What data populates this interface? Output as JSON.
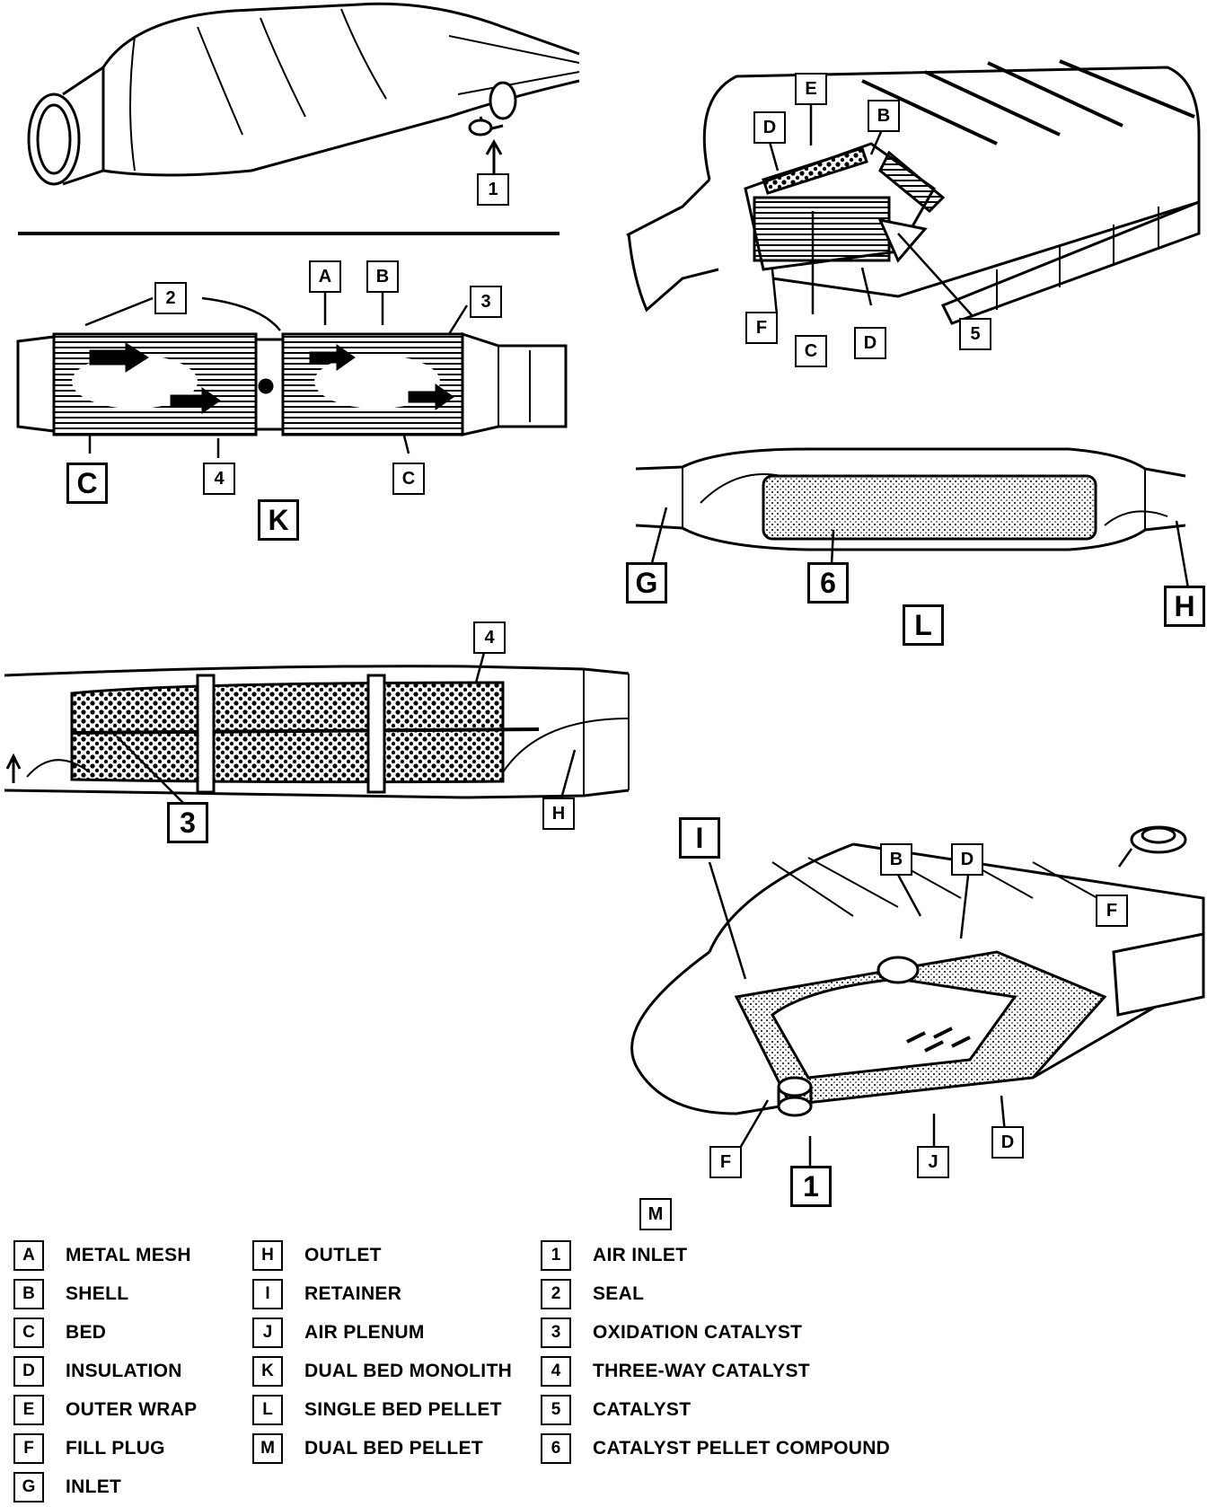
{
  "callouts": {
    "top_left_1": "1",
    "k_2": "2",
    "k_A": "A",
    "k_B": "B",
    "k_3": "3",
    "k_C_large": "C",
    "k_4": "4",
    "k_C_small": "C",
    "k_K": "K",
    "tr_E": "E",
    "tr_D1": "D",
    "tr_B": "B",
    "tr_F": "F",
    "tr_C": "C",
    "tr_D2": "D",
    "tr_5": "5",
    "l_G": "G",
    "l_6": "6",
    "l_L": "L",
    "l_H": "H",
    "p_4": "4",
    "p_3": "3",
    "p_H": "H",
    "m_I": "I",
    "m_B": "B",
    "m_D1": "D",
    "m_F1": "F",
    "m_F2": "F",
    "m_1": "1",
    "m_J": "J",
    "m_D2": "D",
    "m_M": "M"
  },
  "legend": {
    "col1": [
      {
        "key": "A",
        "label": "METAL MESH"
      },
      {
        "key": "B",
        "label": "SHELL"
      },
      {
        "key": "C",
        "label": "BED"
      },
      {
        "key": "D",
        "label": "INSULATION"
      },
      {
        "key": "E",
        "label": "OUTER WRAP"
      },
      {
        "key": "F",
        "label": "FILL PLUG"
      },
      {
        "key": "G",
        "label": "INLET"
      }
    ],
    "col2": [
      {
        "key": "H",
        "label": "OUTLET"
      },
      {
        "key": "I",
        "label": "RETAINER"
      },
      {
        "key": "J",
        "label": "AIR PLENUM"
      },
      {
        "key": "K",
        "label": "DUAL BED MONOLITH"
      },
      {
        "key": "L",
        "label": "SINGLE BED PELLET"
      },
      {
        "key": "M",
        "label": "DUAL BED PELLET"
      }
    ],
    "col3": [
      {
        "key": "1",
        "label": "AIR INLET"
      },
      {
        "key": "2",
        "label": "SEAL"
      },
      {
        "key": "3",
        "label": "OXIDATION CATALYST"
      },
      {
        "key": "4",
        "label": "THREE-WAY CATALYST"
      },
      {
        "key": "5",
        "label": "CATALYST"
      },
      {
        "key": "6",
        "label": "CATALYST PELLET COMPOUND"
      }
    ]
  }
}
